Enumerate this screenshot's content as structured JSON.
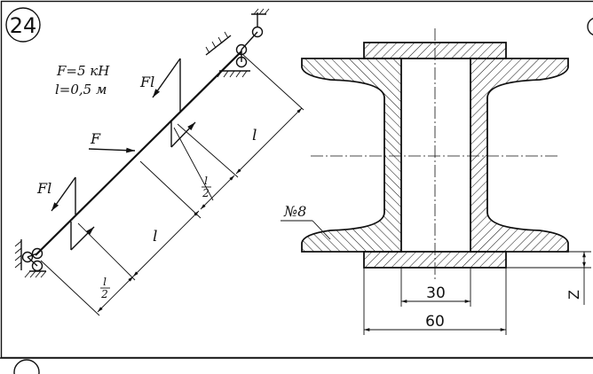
{
  "problem_number": "24",
  "given": {
    "force": "F=5 кН",
    "length": "l=0,5 м"
  },
  "beam_labels": {
    "moment_top": "Fl",
    "moment_bottom": "Fl",
    "force": "F",
    "span_upper": "l",
    "span_lower": "l",
    "half_upper_num": "l",
    "half_upper_den": "2",
    "half_lower_num": "l",
    "half_lower_den": "2"
  },
  "section": {
    "profile_label": "№8",
    "dim_inner": "30",
    "dim_outer": "60",
    "dim_vertical": "Z"
  }
}
